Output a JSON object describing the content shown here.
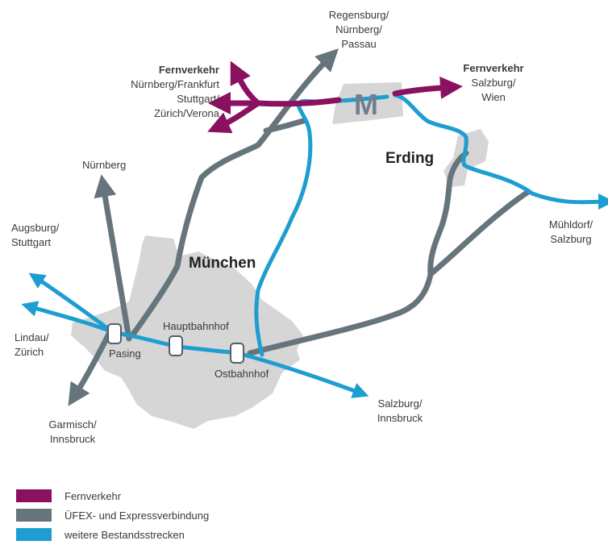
{
  "colors": {
    "fernverkehr": "#8a1060",
    "uefex": "#66747c",
    "bestand": "#1e9ed0",
    "area": "#d6d6d6",
    "airport_logo": "#6f7f92"
  },
  "cities": {
    "muenchen": "München",
    "erding": "Erding"
  },
  "airport": {
    "logo_letter": "M",
    "icon": "airport-m-logo"
  },
  "stations": {
    "pasing": "Pasing",
    "hauptbahnhof": "Hauptbahnhof",
    "ostbahnhof": "Ostbahnhof"
  },
  "destinations": {
    "fern_west": {
      "title": "Fernverkehr",
      "lines": [
        "Nürnberg/Frankfurt",
        "Stuttgart/",
        "Zürich/Verona"
      ]
    },
    "fern_east": {
      "title": "Fernverkehr",
      "lines": [
        "Salzburg/",
        "Wien"
      ]
    },
    "regensburg": [
      "Regensburg/",
      "Nürnberg/",
      "Passau"
    ],
    "nuernberg": "Nürnberg",
    "augsburg": [
      "Augsburg/",
      "Stuttgart"
    ],
    "lindau": [
      "Lindau/",
      "Zürich"
    ],
    "garmisch": [
      "Garmisch/",
      "Innsbruck"
    ],
    "salzburg_innsbruck": [
      "Salzburg/",
      "Innsbruck"
    ],
    "muehldorf": [
      "Mühldorf/",
      "Salzburg"
    ]
  },
  "legend": [
    {
      "label": "Fernverkehr",
      "color": "#8a1060"
    },
    {
      "label": "ÜFEX- und Expressverbindung",
      "color": "#66747c"
    },
    {
      "label": "weitere Bestandsstrecken",
      "color": "#1e9ed0"
    }
  ]
}
